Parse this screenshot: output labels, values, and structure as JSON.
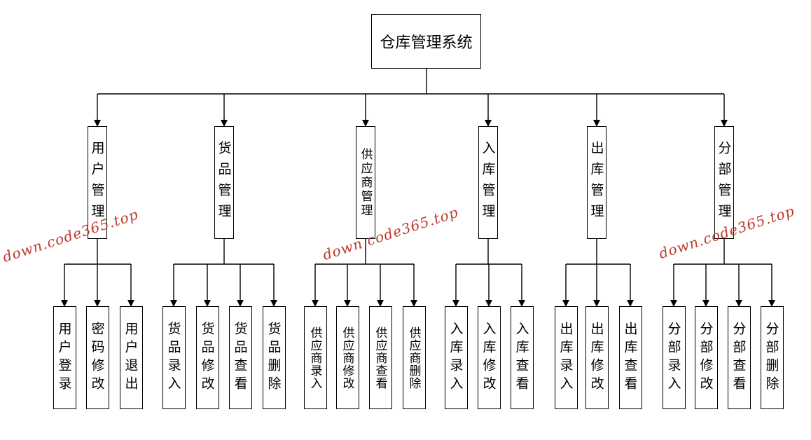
{
  "root": {
    "label": "仓库管理系统"
  },
  "modules": [
    {
      "label": "用户管理",
      "children": [
        "用户登录",
        "密码修改",
        "用户退出"
      ]
    },
    {
      "label": "货品管理",
      "children": [
        "货品录入",
        "货品修改",
        "货品查看",
        "货品删除"
      ]
    },
    {
      "label": "供应商管理",
      "children": [
        "供应商录入",
        "供应商修改",
        "供应商查看",
        "供应商删除"
      ]
    },
    {
      "label": "入库管理",
      "children": [
        "入库录入",
        "入库修改",
        "入库查看"
      ]
    },
    {
      "label": "出库管理",
      "children": [
        "出库录入",
        "出库修改",
        "出库查看"
      ]
    },
    {
      "label": "分部管理",
      "children": [
        "分部录入",
        "分部修改",
        "分部查看",
        "分部删除"
      ]
    }
  ],
  "watermarks": [
    "down.code365.top",
    "down.code365.top",
    "down.code365.top"
  ]
}
